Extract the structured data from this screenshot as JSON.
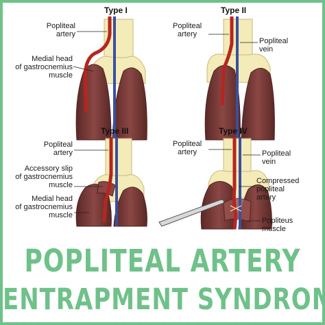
{
  "colors": {
    "border": "#6fc189",
    "headline": "#6fc189",
    "muscle": "#7a3b38",
    "muscle_dark": "#4e2220",
    "bone": "#f3ebb8",
    "artery": "#b5261f",
    "vein": "#3a4fa0"
  },
  "panels": [
    {
      "title": "Type I",
      "labels": [
        "Popliteal",
        "artery",
        "Medial head",
        "of gastrocnemius",
        "muscle"
      ]
    },
    {
      "title": "Type II",
      "labels": [
        "Popliteal",
        "artery",
        "Popliteal",
        "vein"
      ]
    },
    {
      "title": "Type III",
      "labels": [
        "Popliteal",
        "artery",
        "Accessory slip",
        "of gastrocnemius",
        "muscle",
        "Medial head",
        "of gastrocnemius",
        "muscle"
      ]
    },
    {
      "title": "Type IV",
      "labels": [
        "Popliteal",
        "artery",
        "Popliteal",
        "vein",
        "Compressed",
        "popliteal",
        "artery",
        "Popliteus",
        "muscle"
      ]
    }
  ],
  "headline": {
    "line1": "POPLITEAL ARTERY",
    "line2": "ENTRAPMENT SYNDROME"
  }
}
